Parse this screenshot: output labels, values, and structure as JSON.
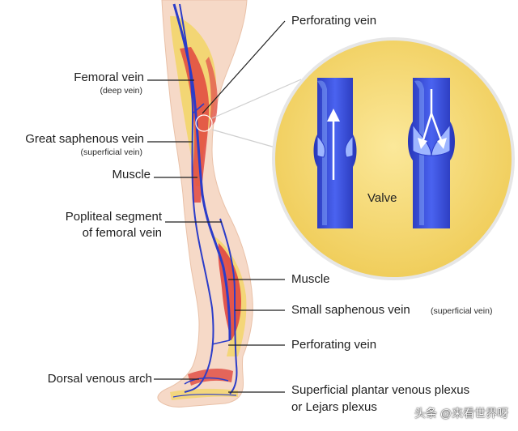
{
  "labels": {
    "perforating_vein_top": "Perforating vein",
    "femoral_vein": "Femoral vein",
    "femoral_vein_sub": "(deep vein)",
    "great_saphenous": "Great saphenous vein",
    "great_saphenous_sub": "(superficial vein)",
    "muscle_left": "Muscle",
    "popliteal_line1": "Popliteal segment",
    "popliteal_line2": "of femoral vein",
    "muscle_right": "Muscle",
    "small_saphenous": "Small saphenous vein",
    "small_saphenous_sub": "(superficial vein)",
    "perforating_vein_bottom": "Perforating vein",
    "dorsal_arch": "Dorsal venous arch",
    "plantar_line1": "Superficial plantar venous plexus",
    "plantar_line2": "or Lejars plexus",
    "valve": "Valve"
  },
  "watermark": "头条 @来看世界呀",
  "colors": {
    "skin": "#f6d9c7",
    "fat_yellow": "#f3d56a",
    "muscle_red": "#e0473f",
    "vein_blue": "#2b3cc9",
    "inset_circle": "#f4d66d",
    "tube_blue": "#3f57e6"
  }
}
